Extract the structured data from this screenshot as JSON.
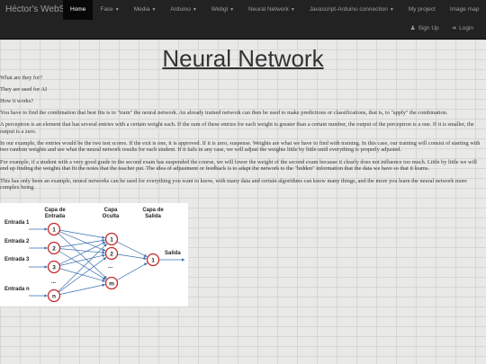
{
  "navbar": {
    "brand": "Héctor's WebSite",
    "items": [
      {
        "label": "Home",
        "active": true,
        "dropdown": false
      },
      {
        "label": "Face",
        "active": false,
        "dropdown": true
      },
      {
        "label": "Media",
        "active": false,
        "dropdown": true
      },
      {
        "label": "Arduino",
        "active": false,
        "dropdown": true
      },
      {
        "label": "Webgl",
        "active": false,
        "dropdown": true
      },
      {
        "label": "Neural Network",
        "active": false,
        "dropdown": true
      },
      {
        "label": "Javascript-Arduino connection",
        "active": false,
        "dropdown": true
      },
      {
        "label": "My project",
        "active": false,
        "dropdown": false
      },
      {
        "label": "Image map",
        "active": false,
        "dropdown": false
      }
    ],
    "signup": "Sign Up",
    "login": "Login"
  },
  "page": {
    "title": "Neural Network",
    "q1": "What are they for?",
    "q2": "They are used for AI",
    "q3": "How it works?",
    "p1": "You have to find the combination that best fits is to \"train\" the neural network. An already trained network can then be used to make predictions or classifications, that is, to \"apply\" the combination.",
    "p2": "A perceptron is an element that has several entries with a certain weight each. If the sum of these entries for each weight is greater than a certain number, the output of the perceptron is a one. If it is smaller, the output is a zero.",
    "p3": "In our example, the entries would be the two test scores. If the exit is one, it is approved. If it is zero, suspense. Weights are what we have to find with training. In this case, our training will consist of starting with two random weights and see what the neural network results for each student. If it fails in any case, we will adjust the weights little by little until everything is properly adjusted.",
    "p4": "For example, if a student with a very good grade in the second exam has suspended the course, we will lower the weight of the second exam because it clearly does not influence too much. Little by little we will end up finding the weights that fit the notes that the teacher put. The idea of adjustment or feedback is to adapt the network to the \"hidden\" information that the data we have so that it learns.",
    "p5": "This has only been an example, neural networks can be used for everything you want to know, with many data and certain algorithms can know many things, and the more you learn the neural network more complex being."
  },
  "diagram": {
    "layer_input": [
      "Capa de",
      "Entrada"
    ],
    "layer_hidden": [
      "Capa",
      "Oculta"
    ],
    "layer_output": [
      "Capa de",
      "Salida"
    ],
    "inputs": [
      "Entrada 1",
      "Entrada 2",
      "Entrada 3",
      "Entrada n"
    ],
    "input_nodes": [
      "1",
      "2",
      "3",
      "n"
    ],
    "hidden_nodes": [
      "1",
      "2",
      "m"
    ],
    "output_node": "1",
    "output_label": "Salida",
    "ellipsis": "...",
    "colors": {
      "node_fill": "#ffffff",
      "node_stroke": "#c62828",
      "arrow": "#3a6fb0"
    }
  }
}
